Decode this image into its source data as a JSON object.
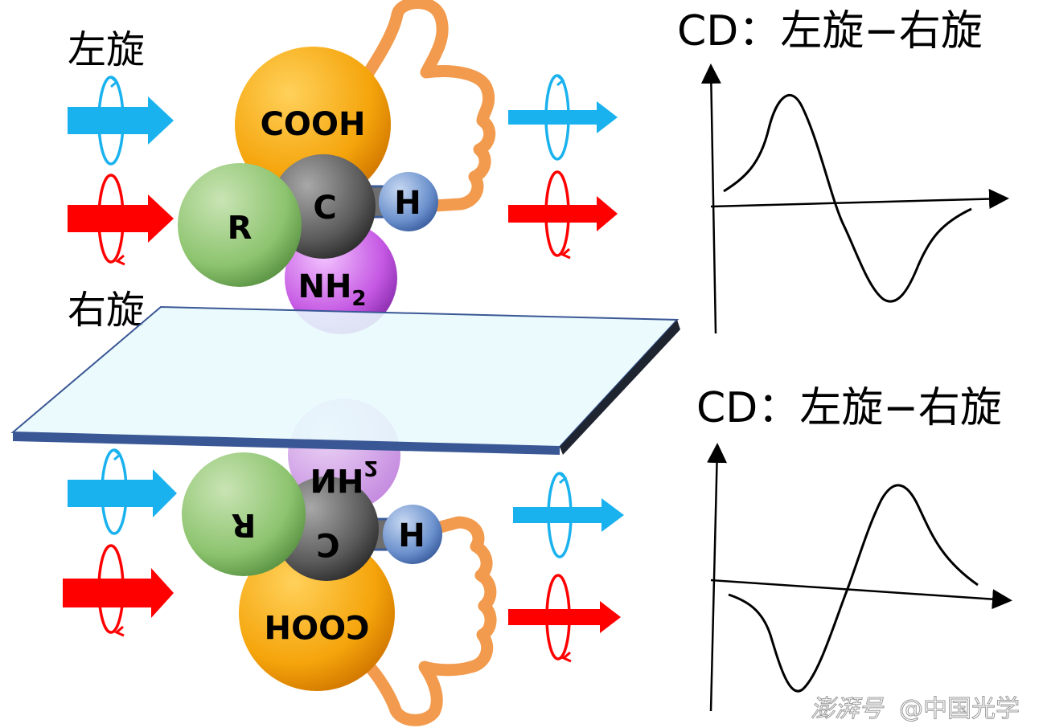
{
  "labels": {
    "left_handed": "左旋",
    "right_handed": "右旋"
  },
  "molecule_top": {
    "cooh": "COOH",
    "r": "R",
    "c": "C",
    "h": "H",
    "nh": "NH",
    "sub": "2"
  },
  "molecule_bottom": {
    "cooh": "COOH",
    "r": "R",
    "c": "C",
    "h": "H",
    "nh": "NH",
    "sub": "2"
  },
  "cd_top": {
    "title": "CD：左旋−右旋"
  },
  "cd_bottom": {
    "title": "CD：左旋−右旋"
  },
  "watermark": {
    "brand": "澎湃号",
    "account": "@中国光学"
  },
  "colors": {
    "cyan": "#1ab2ee",
    "red": "#ff0000",
    "cooh": "#f5a40b",
    "r": "#87c06a",
    "c": "#595959",
    "h": "#5f86c6",
    "nh2": "#c154e0",
    "hand": "#f29b4e",
    "mirror_face": "#e8fbfd",
    "mirror_edge": "#3a5795"
  }
}
